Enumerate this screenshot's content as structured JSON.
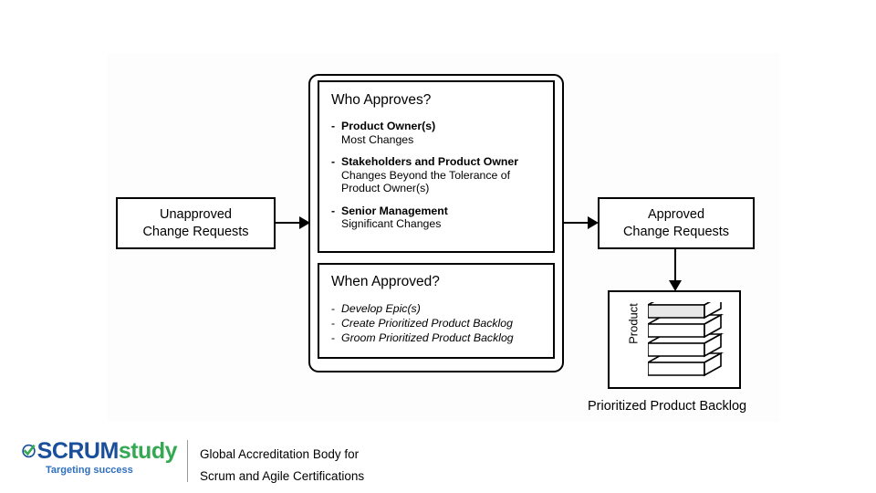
{
  "diagram": {
    "input_box": {
      "label": "Unapproved\nChange Requests"
    },
    "output_box": {
      "label": "Approved\nChange Requests"
    },
    "who_approves": {
      "heading": "Who Approves?",
      "items": [
        {
          "role": "Product Owner(s)",
          "detail": "Most Changes"
        },
        {
          "role": "Stakeholders and Product Owner",
          "detail": "Changes Beyond the Tolerance of\nProduct Owner(s)"
        },
        {
          "role": "Senior Management",
          "detail": "Significant Changes"
        }
      ]
    },
    "when_approved": {
      "heading": "When Approved?",
      "items": [
        "Develop Epic(s)",
        "Create Prioritized Product Backlog",
        "Groom Prioritized Product Backlog"
      ]
    },
    "backlog": {
      "axis_label": "Product",
      "caption": "Prioritized Product Backlog",
      "slab_count": 4
    },
    "colors": {
      "stroke": "#000000",
      "panel_background": "#fdfdfd",
      "slab_top_highlight": "#e8e8e8"
    }
  },
  "footer": {
    "brand": {
      "name_part1": "SCRUM",
      "name_part2": "study",
      "tagline": "Targeting success",
      "logo_colors": {
        "blue": "#1a4f9c",
        "green": "#34a853"
      }
    },
    "accreditation_line1": "Global Accreditation Body for",
    "accreditation_line2": "Scrum and Agile Certifications"
  }
}
